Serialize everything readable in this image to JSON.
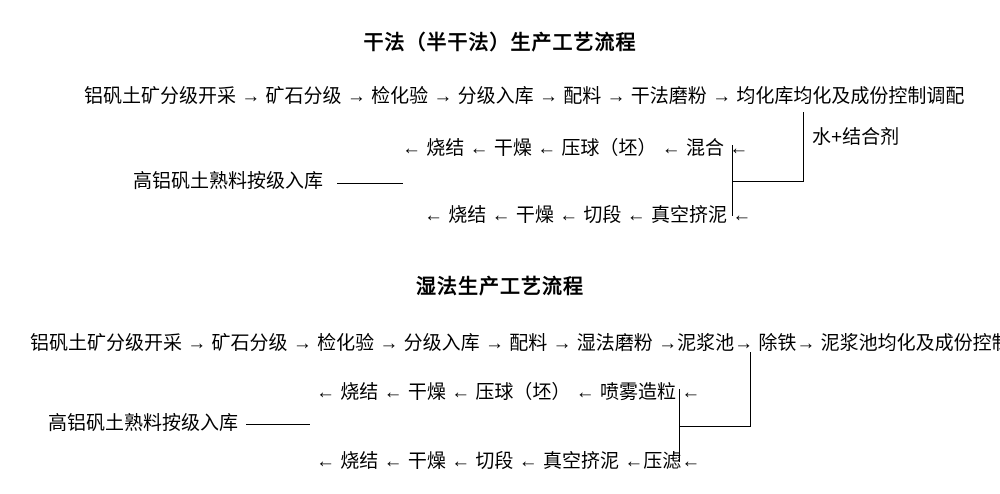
{
  "page": {
    "background_color": "#ffffff",
    "text_color": "#000000",
    "line_color": "#000000"
  },
  "dry_process": {
    "title": "干法（半干法）生产工艺流程",
    "main_line": "铝矾土矿分级开采 → 矿石分级 → 检化验 → 分级入库 → 配料 → 干法磨粉 → 均化库均化及成份控制调配",
    "additive_label": "水+结合剂",
    "press_return_line": "← 烧结 ← 干燥 ← 压球（坯） ← 混合 ←",
    "storage_label": "高铝矾土熟料按级入库",
    "extrude_return_line": "← 烧结 ← 干燥 ← 切段 ← 真空挤泥 ←"
  },
  "wet_process": {
    "title": "湿法生产工艺流程",
    "main_line": "铝矾土矿分级开采 → 矿石分级 → 检化验 → 分级入库 → 配料 → 湿法磨粉 →泥浆池→ 除铁→ 泥浆池均化及成份控制调配",
    "press_return_line": "← 烧结 ← 干燥 ← 压球（坯） ← 喷雾造粒 ←",
    "storage_label": "高铝矾土熟料按级入库",
    "extrude_return_line": "← 烧结 ← 干燥 ← 切段 ← 真空挤泥 ←压滤←"
  }
}
